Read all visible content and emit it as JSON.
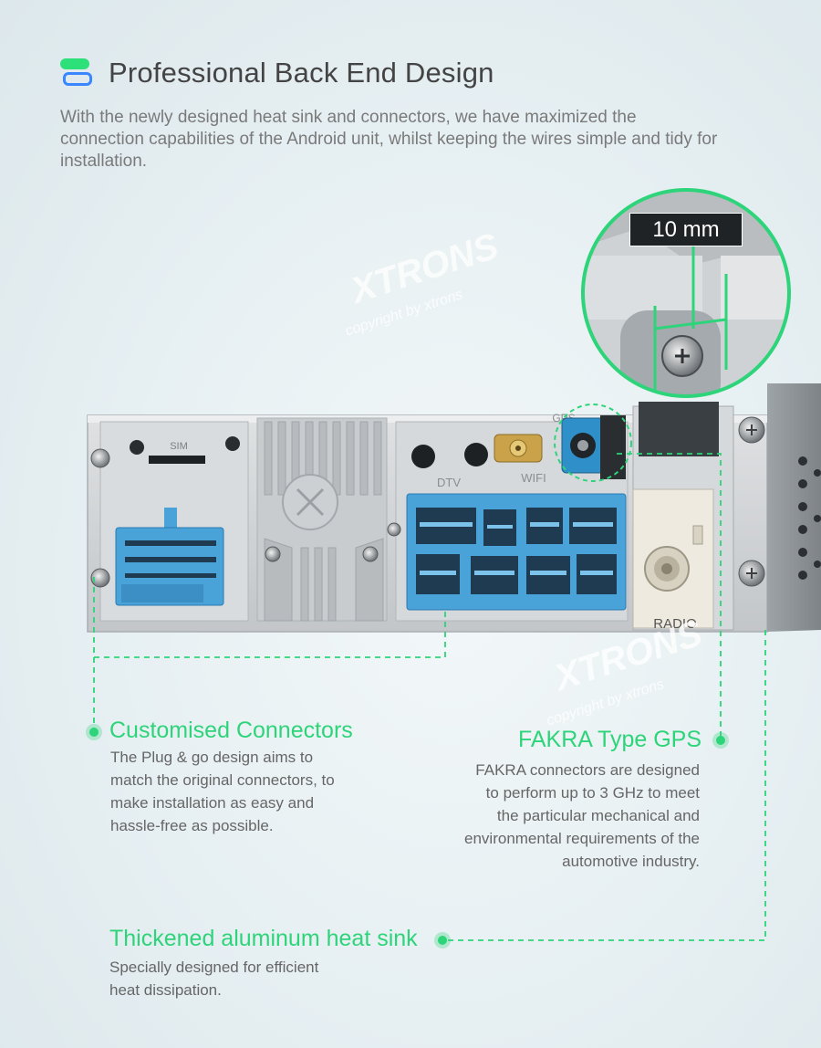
{
  "header": {
    "title": "Professional Back End Design",
    "intro_lines": [
      "With the newly designed heat sink and connectors, we have maximized the",
      "connection capabilities of the Android unit, whilst keeping the wires simple and tidy for",
      "installation."
    ]
  },
  "watermark": {
    "brand": "XTRONS",
    "copyright": "copyright by xtrons"
  },
  "device_labels": {
    "sim": "SIM",
    "dtv": "DTV",
    "wifi": "WIFI",
    "gps": "GPS",
    "radio": "RADIO",
    "measurement": "10 mm"
  },
  "features": {
    "connectors": {
      "title": "Customised Connectors",
      "lines": [
        "The Plug & go design aims to",
        "match the original connectors, to",
        "make installation as easy and",
        "hassle-free as possible."
      ]
    },
    "gps": {
      "title": "FAKRA Type GPS",
      "lines": [
        "FAKRA connectors are designed",
        "to perform up to 3 GHz to meet",
        "the particular mechanical and",
        "environmental requirements of the",
        "automotive industry."
      ]
    },
    "heatsink": {
      "title": "Thickened aluminum heat sink",
      "lines": [
        "Specially designed for efficient",
        "heat dissipation."
      ]
    }
  },
  "colors": {
    "accent_green": "#2ed47a",
    "accent_blue": "#3a86ff",
    "connector_blue": "#4aa3d8",
    "fakra_blue": "#2f8fc9"
  }
}
